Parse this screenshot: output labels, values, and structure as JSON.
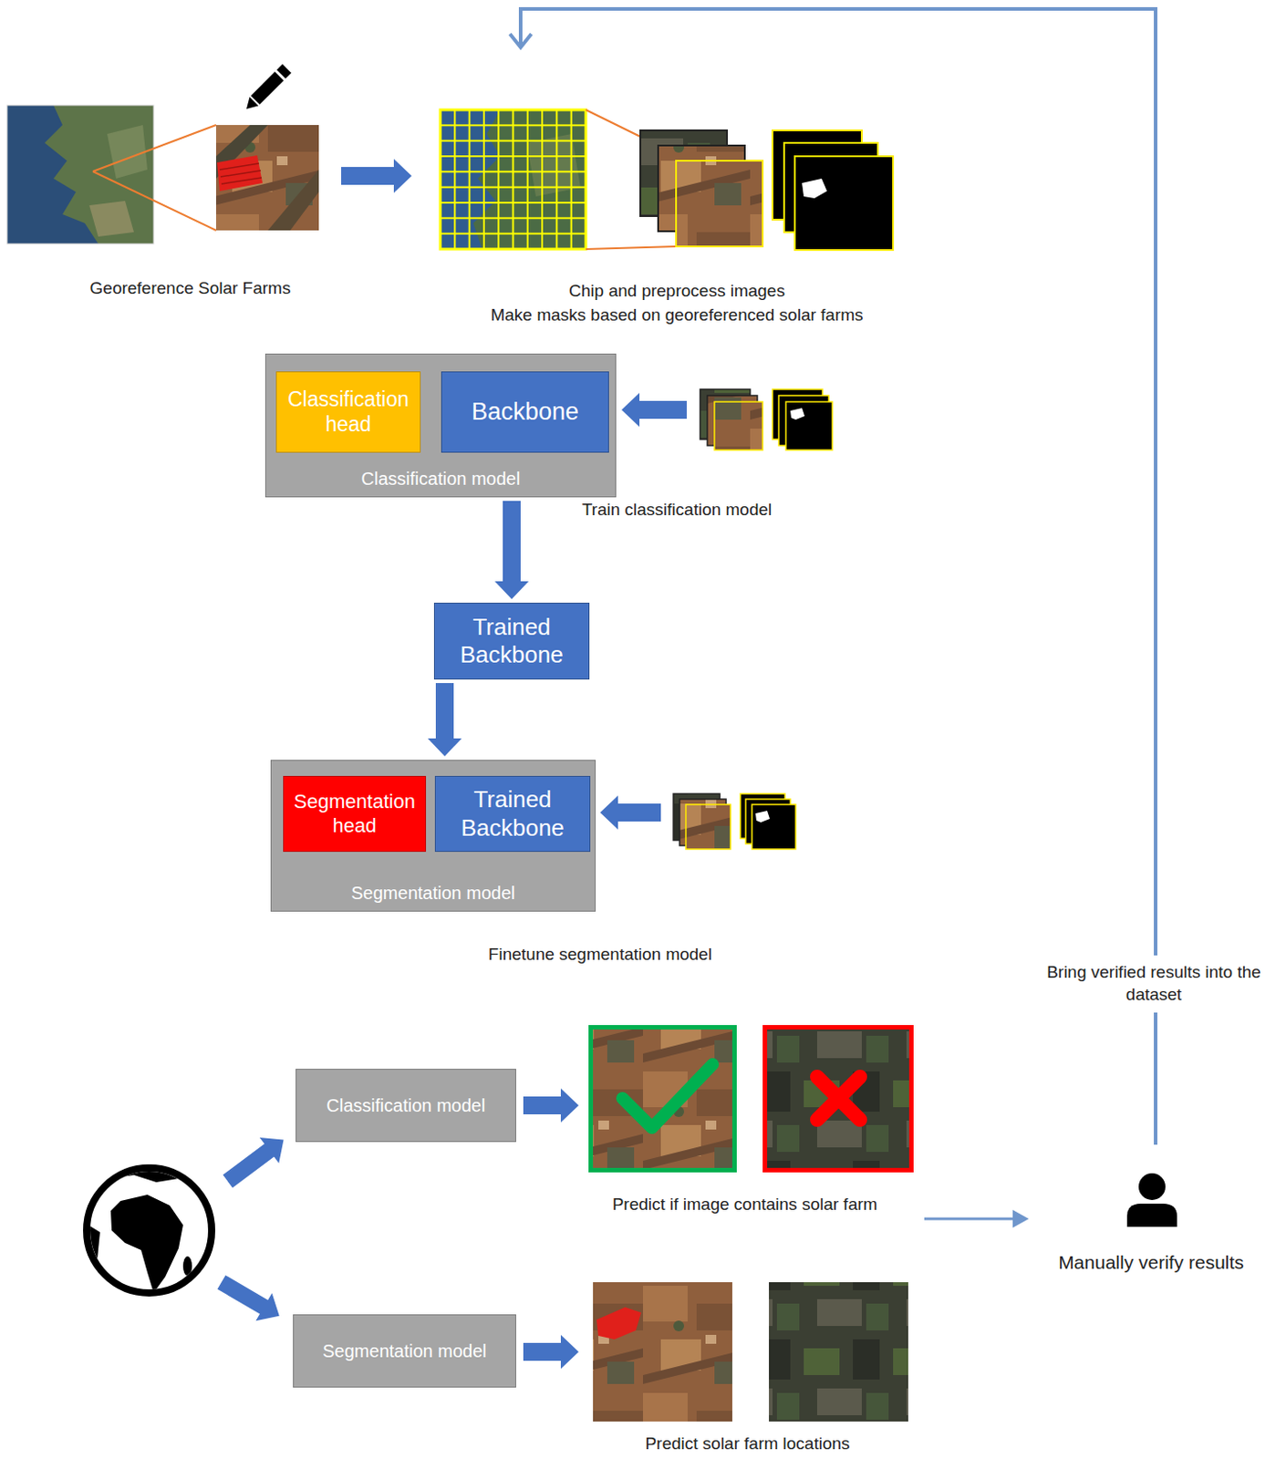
{
  "diagram": {
    "nodes": [
      {
        "text": [
          "Classification model"
        ]
      },
      {
        "text": [
          "Classification head"
        ],
        "in": 0
      },
      {
        "text": [
          "Backbone"
        ],
        "in": 0
      },
      {
        "text": [
          "Trained Backbone"
        ]
      },
      {
        "text": [
          "Segmentation model"
        ]
      },
      {
        "text": [
          "Segmentation head"
        ],
        "in": 4
      },
      {
        "text": [
          "Trained Backbone"
        ],
        "in": 4
      },
      {
        "text": [
          "Classification model"
        ]
      },
      {
        "text": [
          "Segmentation model"
        ]
      }
    ],
    "edges": [
      {
        "from": 0,
        "to": 3,
        "arrow": "to"
      },
      {
        "from": 3,
        "to": 4,
        "arrow": "to"
      }
    ],
    "labels": [
      "Georeference Solar Farms",
      "Chip and preprocess images",
      "Make masks based on georeferenced solar farms",
      "Train classification model",
      "Finetune segmentation model",
      "Bring verified results into the dataset",
      "Predict if image contains solar farm",
      "Manually verify results",
      "Predict solar farm locations"
    ]
  }
}
